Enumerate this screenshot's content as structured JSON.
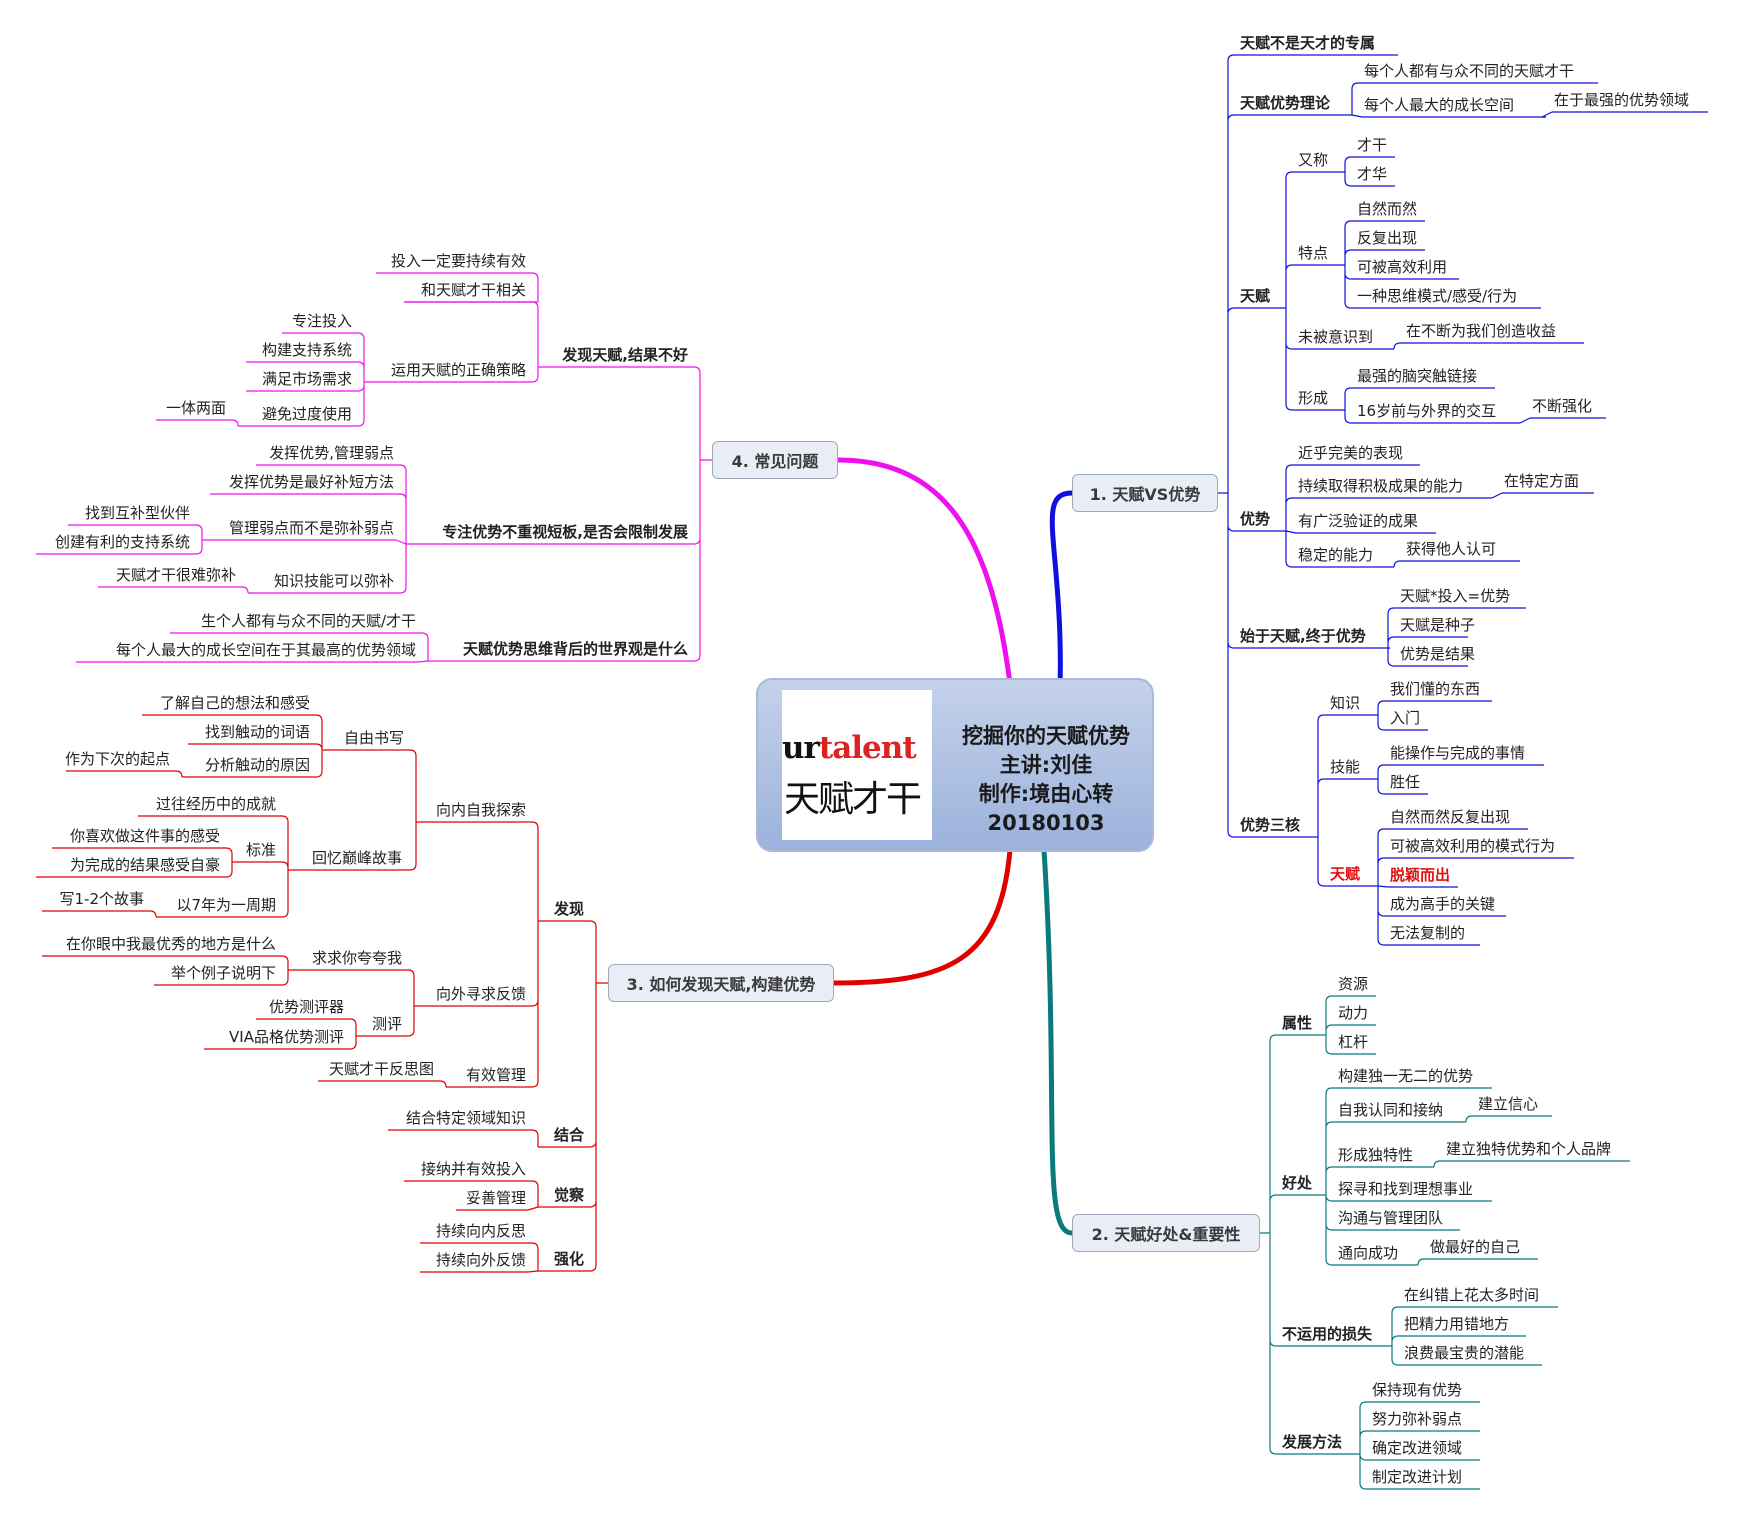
{
  "center": {
    "logo_text_en_a": "ur",
    "logo_text_en_b": "talent",
    "logo_text_cn": "天赋才干",
    "lines": [
      "挖掘你的天赋优势",
      "主讲:刘佳",
      "制作:境由心转",
      "20180103"
    ]
  },
  "branches": {
    "b1": "1. 天赋VS优势",
    "b2": "2. 天赋好处&重要性",
    "b3": "3. 如何发现天赋,构建优势",
    "b4": "4. 常见问题"
  },
  "colors": {
    "b1": "#1010dd",
    "b2": "#0a7a7a",
    "b3": "#e00000",
    "b4": "#ee10ee"
  },
  "nodes": [
    {
      "id": "n1",
      "text": "天赋不是天才的专属"
    },
    {
      "id": "n2",
      "text": "天赋优势理论"
    },
    {
      "id": "n3",
      "text": "每个人都有与众不同的天赋才干"
    },
    {
      "id": "n4",
      "text": "每个人最大的成长空间"
    },
    {
      "id": "n5",
      "text": "在于最强的优势领域"
    },
    {
      "id": "n6",
      "text": "天赋"
    },
    {
      "id": "n7",
      "text": "又称"
    },
    {
      "id": "n8",
      "text": "才干"
    },
    {
      "id": "n9",
      "text": "才华"
    },
    {
      "id": "n10",
      "text": "特点"
    },
    {
      "id": "n11",
      "text": "自然而然"
    },
    {
      "id": "n12",
      "text": "反复出现"
    },
    {
      "id": "n13",
      "text": "可被高效利用"
    },
    {
      "id": "n14",
      "text": "一种思维模式/感受/行为"
    },
    {
      "id": "n15",
      "text": "未被意识到"
    },
    {
      "id": "n16",
      "text": "在不断为我们创造收益"
    },
    {
      "id": "n17",
      "text": "形成"
    },
    {
      "id": "n18",
      "text": "最强的脑突触链接"
    },
    {
      "id": "n19",
      "text": "16岁前与外界的交互"
    },
    {
      "id": "n20",
      "text": "不断强化"
    },
    {
      "id": "n21",
      "text": "优势"
    },
    {
      "id": "n22",
      "text": "近乎完美的表现"
    },
    {
      "id": "n23",
      "text": "持续取得积极成果的能力"
    },
    {
      "id": "n24",
      "text": "在特定方面"
    },
    {
      "id": "n25",
      "text": "有广泛验证的成果"
    },
    {
      "id": "n26",
      "text": "稳定的能力"
    },
    {
      "id": "n27",
      "text": "获得他人认可"
    },
    {
      "id": "n28",
      "text": "始于天赋,终于优势"
    },
    {
      "id": "n29",
      "text": "天赋*投入=优势"
    },
    {
      "id": "n30",
      "text": "天赋是种子"
    },
    {
      "id": "n31",
      "text": "优势是结果"
    },
    {
      "id": "n32",
      "text": "优势三核"
    },
    {
      "id": "n33",
      "text": "知识"
    },
    {
      "id": "n34",
      "text": "我们懂的东西"
    },
    {
      "id": "n35",
      "text": "入门"
    },
    {
      "id": "n36",
      "text": "技能"
    },
    {
      "id": "n37",
      "text": "能操作与完成的事情"
    },
    {
      "id": "n38",
      "text": "胜任"
    },
    {
      "id": "n39",
      "text": "天赋"
    },
    {
      "id": "n40",
      "text": "自然而然反复出现"
    },
    {
      "id": "n41",
      "text": "可被高效利用的模式行为"
    },
    {
      "id": "n42",
      "text": "脱颖而出"
    },
    {
      "id": "n43",
      "text": "成为高手的关键"
    },
    {
      "id": "n44",
      "text": "无法复制的"
    },
    {
      "id": "n45",
      "text": "属性"
    },
    {
      "id": "n46",
      "text": "资源"
    },
    {
      "id": "n47",
      "text": "动力"
    },
    {
      "id": "n48",
      "text": "杠杆"
    },
    {
      "id": "n49",
      "text": "好处"
    },
    {
      "id": "n50",
      "text": "构建独一无二的优势"
    },
    {
      "id": "n51",
      "text": "自我认同和接纳"
    },
    {
      "id": "n52",
      "text": "建立信心"
    },
    {
      "id": "n53",
      "text": "形成独特性"
    },
    {
      "id": "n54",
      "text": "建立独特优势和个人品牌"
    },
    {
      "id": "n55",
      "text": "探寻和找到理想事业"
    },
    {
      "id": "n56",
      "text": "沟通与管理团队"
    },
    {
      "id": "n57",
      "text": "通向成功"
    },
    {
      "id": "n58",
      "text": "做最好的自己"
    },
    {
      "id": "n59",
      "text": "不运用的损失"
    },
    {
      "id": "n60",
      "text": "在纠错上花太多时间"
    },
    {
      "id": "n61",
      "text": "把精力用错地方"
    },
    {
      "id": "n62",
      "text": "浪费最宝贵的潜能"
    },
    {
      "id": "n63",
      "text": "发展方法"
    },
    {
      "id": "n64",
      "text": "保持现有优势"
    },
    {
      "id": "n65",
      "text": "努力弥补弱点"
    },
    {
      "id": "n66",
      "text": "确定改进领域"
    },
    {
      "id": "n67",
      "text": "制定改进计划"
    },
    {
      "id": "m1",
      "text": "发现"
    },
    {
      "id": "m2",
      "text": "向内自我探索"
    },
    {
      "id": "m3",
      "text": "自由书写"
    },
    {
      "id": "m4",
      "text": "了解自己的想法和感受"
    },
    {
      "id": "m5",
      "text": "找到触动的词语"
    },
    {
      "id": "m6",
      "text": "分析触动的原因"
    },
    {
      "id": "m7",
      "text": "作为下次的起点"
    },
    {
      "id": "m8",
      "text": "回忆巅峰故事"
    },
    {
      "id": "m9",
      "text": "过往经历中的成就"
    },
    {
      "id": "m10",
      "text": "标准"
    },
    {
      "id": "m11",
      "text": "你喜欢做这件事的感受"
    },
    {
      "id": "m12",
      "text": "为完成的结果感受自豪"
    },
    {
      "id": "m13",
      "text": "以7年为一周期"
    },
    {
      "id": "m14",
      "text": "写1-2个故事"
    },
    {
      "id": "m15",
      "text": "向外寻求反馈"
    },
    {
      "id": "m16",
      "text": "求求你夸夸我"
    },
    {
      "id": "m17",
      "text": "在你眼中我最优秀的地方是什么"
    },
    {
      "id": "m18",
      "text": "举个例子说明下"
    },
    {
      "id": "m19",
      "text": "测评"
    },
    {
      "id": "m20",
      "text": "优势测评器"
    },
    {
      "id": "m21",
      "text": "VIA品格优势测评"
    },
    {
      "id": "m22",
      "text": "有效管理"
    },
    {
      "id": "m23",
      "text": "天赋才干反思图"
    },
    {
      "id": "m24",
      "text": "结合"
    },
    {
      "id": "m25",
      "text": "结合特定领域知识"
    },
    {
      "id": "m26",
      "text": "觉察"
    },
    {
      "id": "m27",
      "text": "接纳并有效投入"
    },
    {
      "id": "m28",
      "text": "妥善管理"
    },
    {
      "id": "m29",
      "text": "强化"
    },
    {
      "id": "m30",
      "text": "持续向内反思"
    },
    {
      "id": "m31",
      "text": "持续向外反馈"
    },
    {
      "id": "q1",
      "text": "发现天赋,结果不好"
    },
    {
      "id": "q2",
      "text": "和天赋才干相关"
    },
    {
      "id": "q3",
      "text": "投入一定要持续有效"
    },
    {
      "id": "q4",
      "text": "运用天赋的正确策略"
    },
    {
      "id": "q5",
      "text": "专注投入"
    },
    {
      "id": "q6",
      "text": "构建支持系统"
    },
    {
      "id": "q7",
      "text": "满足市场需求"
    },
    {
      "id": "q8",
      "text": "避免过度使用"
    },
    {
      "id": "q9",
      "text": "一体两面"
    },
    {
      "id": "q10",
      "text": "专注优势不重视短板,是否会限制发展"
    },
    {
      "id": "q11",
      "text": "发挥优势,管理弱点"
    },
    {
      "id": "q12",
      "text": "发挥优势是最好补短方法"
    },
    {
      "id": "q13",
      "text": "管理弱点而不是弥补弱点"
    },
    {
      "id": "q14",
      "text": "找到互补型伙伴"
    },
    {
      "id": "q15",
      "text": "创建有利的支持系统"
    },
    {
      "id": "q16",
      "text": "知识技能可以弥补"
    },
    {
      "id": "q17",
      "text": "天赋才干很难弥补"
    },
    {
      "id": "q18",
      "text": "天赋优势思维背后的世界观是什么"
    },
    {
      "id": "q19",
      "text": "生个人都有与众不同的天赋/才干"
    },
    {
      "id": "q20",
      "text": "每个人最大的成长空间在于其最高的优势领域"
    }
  ]
}
